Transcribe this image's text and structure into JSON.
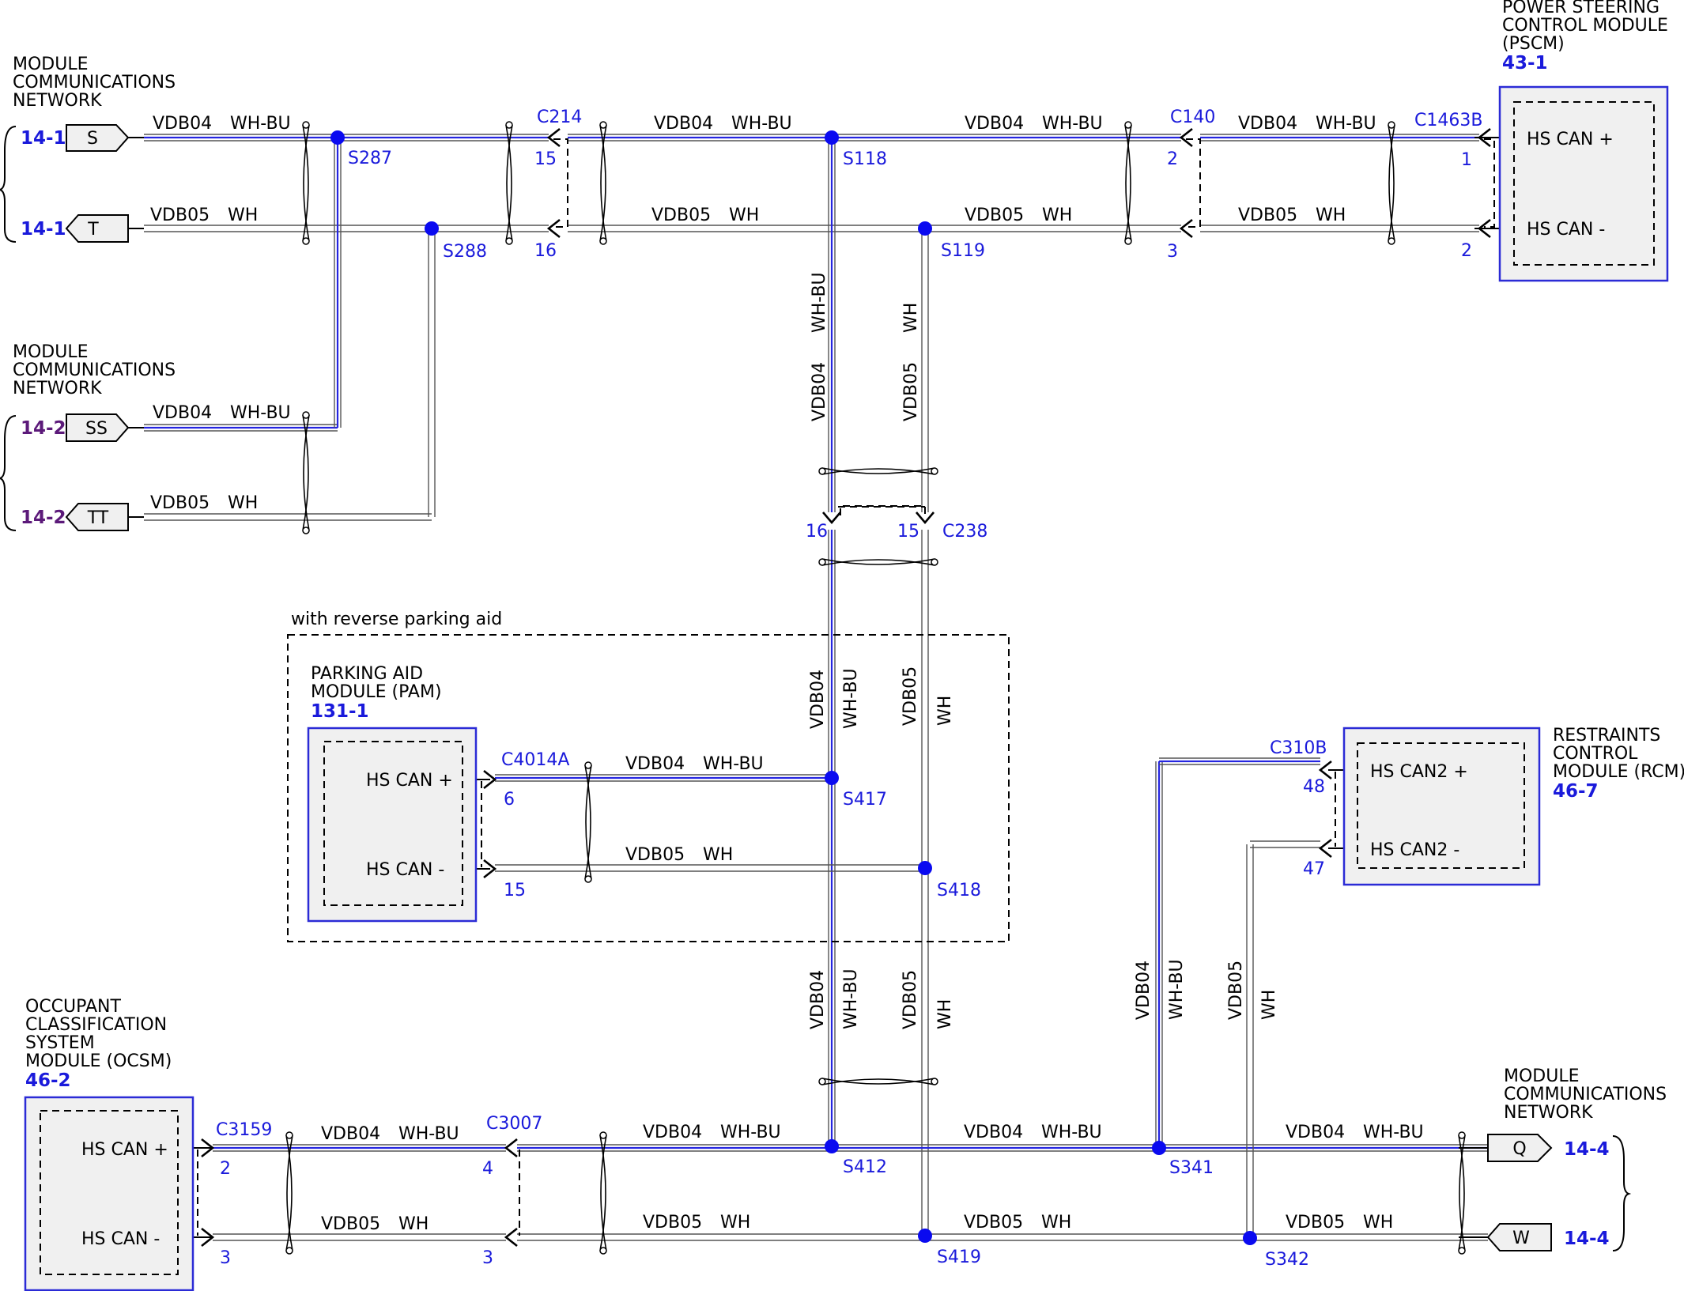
{
  "modules": {
    "mcn_top": {
      "line1": "MODULE",
      "line2": "COMMUNICATIONS",
      "line3": "NETWORK"
    },
    "mcn_mid": {
      "line1": "MODULE",
      "line2": "COMMUNICATIONS",
      "line3": "NETWORK"
    },
    "mcn_right": {
      "line1": "MODULE",
      "line2": "COMMUNICATIONS",
      "line3": "NETWORK"
    },
    "pscm": {
      "line1": "POWER STEERING",
      "line2": "CONTROL MODULE",
      "line3": "(PSCM)",
      "ref": "43-1",
      "pin_plus": "HS CAN +",
      "pin_minus": "HS CAN -"
    },
    "pam": {
      "group_label": "with reverse parking aid",
      "line1": "PARKING AID",
      "line2": "MODULE (PAM)",
      "ref": "131-1",
      "pin_plus": "HS CAN +",
      "pin_minus": "HS CAN -"
    },
    "rcm": {
      "line1": "RESTRAINTS",
      "line2": "CONTROL",
      "line3": "MODULE (RCM)",
      "ref": "46-7",
      "pin_plus": "HS CAN2 +",
      "pin_minus": "HS CAN2 -"
    },
    "ocsm": {
      "line1": "OCCUPANT",
      "line2": "CLASSIFICATION",
      "line3": "SYSTEM",
      "line4": "MODULE (OCSM)",
      "ref": "46-2",
      "pin_plus": "HS CAN +",
      "pin_minus": "HS CAN -"
    }
  },
  "offpage": {
    "s": {
      "ref": "14-1",
      "letter": "S"
    },
    "t": {
      "ref": "14-1",
      "letter": "T"
    },
    "ss": {
      "ref": "14-2",
      "letter": "SS"
    },
    "tt": {
      "ref": "14-2",
      "letter": "TT"
    },
    "q": {
      "ref": "14-4",
      "letter": "Q"
    },
    "w": {
      "ref": "14-4",
      "letter": "W"
    }
  },
  "connectors": {
    "c214": {
      "name": "C214",
      "pin_a": "15",
      "pin_b": "16"
    },
    "c140": {
      "name": "C140",
      "pin_a": "2",
      "pin_b": "3"
    },
    "c1463b": {
      "name": "C1463B",
      "pin_a": "1",
      "pin_b": "2"
    },
    "c238": {
      "name": "C238",
      "pin_a": "16",
      "pin_b": "15"
    },
    "c4014a": {
      "name": "C4014A",
      "pin_a": "6",
      "pin_b": "15"
    },
    "c310b": {
      "name": "C310B",
      "pin_a": "48",
      "pin_b": "47"
    },
    "c3159": {
      "name": "C3159",
      "pin_a": "2",
      "pin_b": "3"
    },
    "c3007": {
      "name": "C3007",
      "pin_a": "4",
      "pin_b": "3"
    }
  },
  "splices": {
    "s287": "S287",
    "s288": "S288",
    "s118": "S118",
    "s119": "S119",
    "s417": "S417",
    "s418": "S418",
    "s412": "S412",
    "s419": "S419",
    "s341": "S341",
    "s342": "S342"
  },
  "wires": {
    "can_hi": {
      "circuit": "VDB04",
      "color": "WH-BU"
    },
    "can_lo": {
      "circuit": "VDB05",
      "color": "WH"
    }
  },
  "colors": {
    "wire_blue": "#2525e0",
    "splice": "#0a0af0",
    "label_blue": "#1a1adb",
    "ref_purple": "#5c1a7a",
    "module_fill": "#f0f0f0"
  }
}
